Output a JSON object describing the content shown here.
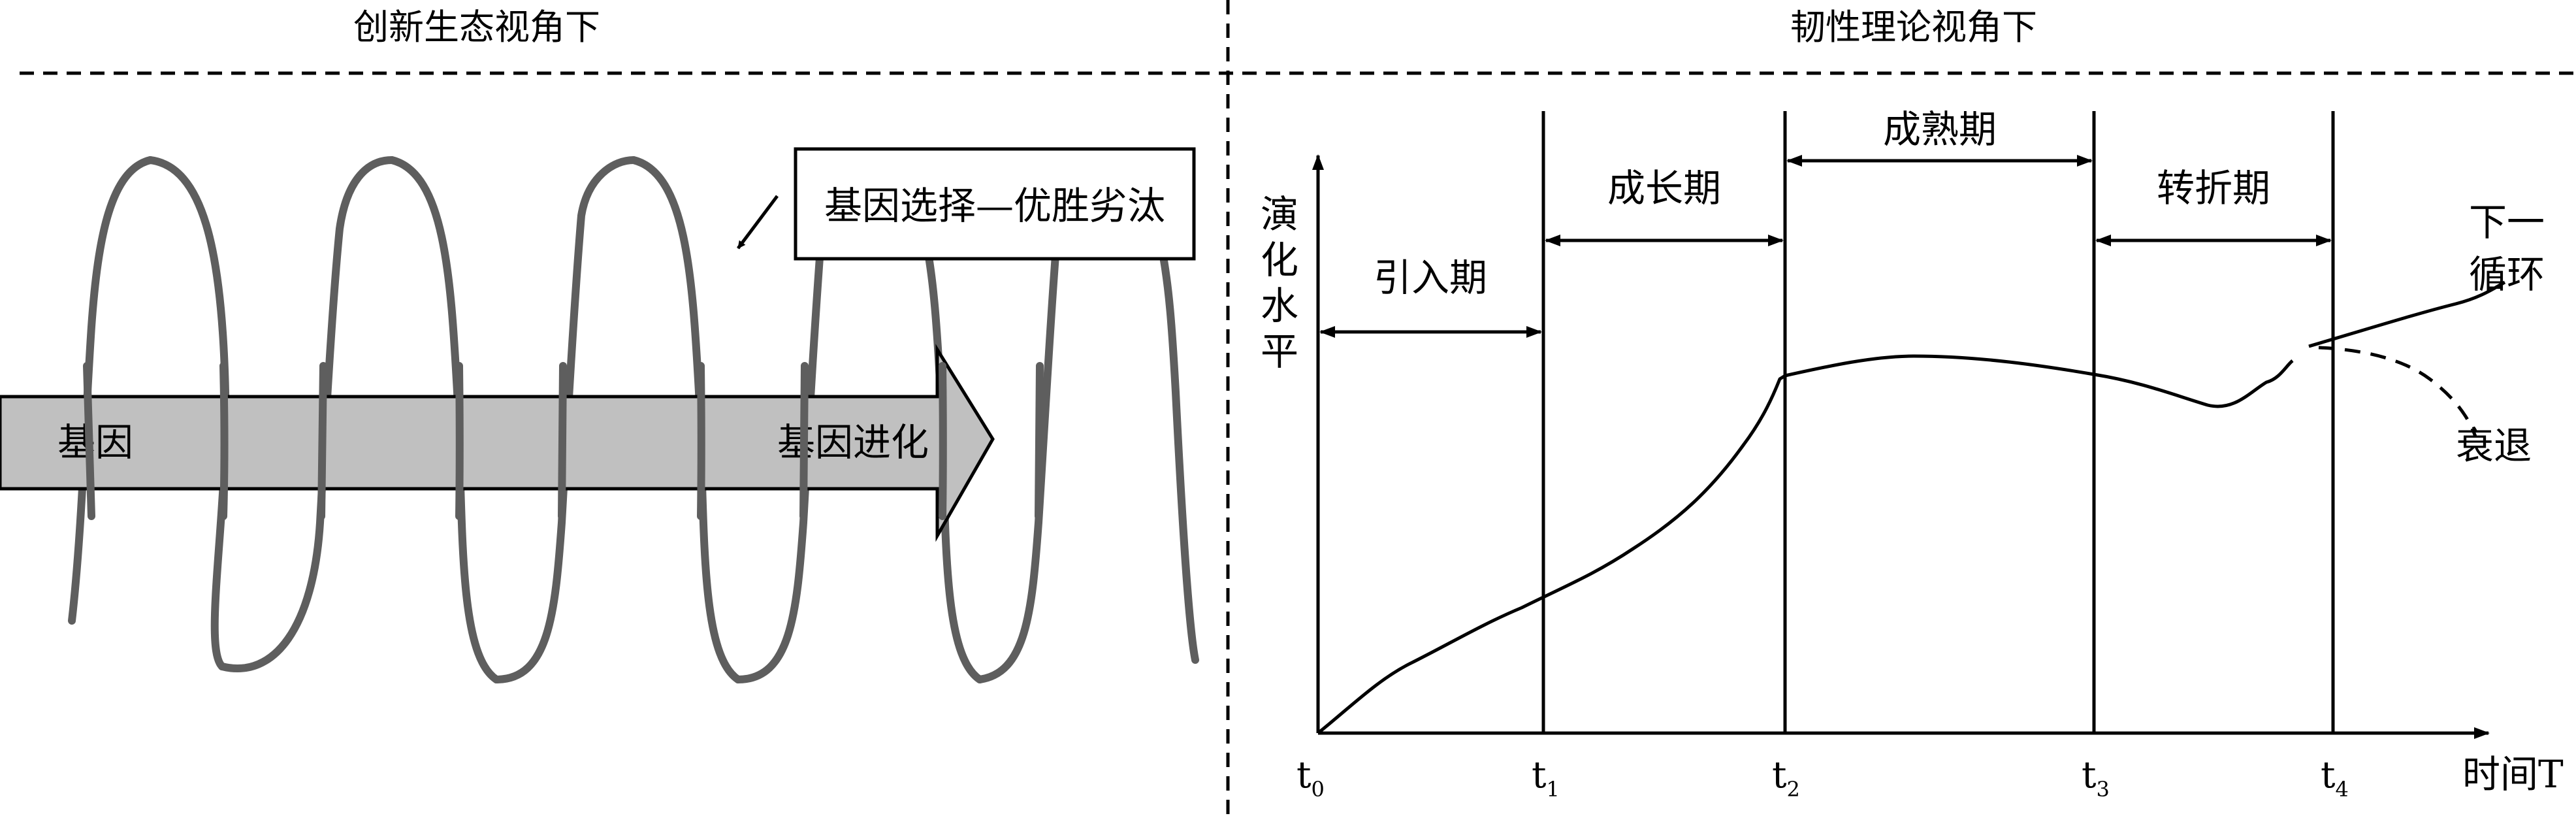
{
  "left_panel": {
    "header": "创新生态视角下",
    "arrow_start_label": "基因",
    "arrow_end_label": "基因进化",
    "callout_box": "基因选择—优胜劣汰"
  },
  "right_panel": {
    "header": "韧性理论视角下",
    "y_axis_label": [
      "演",
      "化",
      "水",
      "平"
    ],
    "x_axis_label": "时间T",
    "time_points": [
      {
        "base": "t",
        "sub": "0"
      },
      {
        "base": "t",
        "sub": "1"
      },
      {
        "base": "t",
        "sub": "2"
      },
      {
        "base": "t",
        "sub": "3"
      },
      {
        "base": "t",
        "sub": "4"
      }
    ],
    "phases": [
      "引入期",
      "成长期",
      "成熟期",
      "转折期"
    ],
    "branch_up_label": [
      "下一",
      "循环"
    ],
    "branch_down_label": "衰退"
  },
  "colors": {
    "coil": "#5e5e5e",
    "arrow_fill": "#c0c0c0",
    "ink": "#000000"
  }
}
